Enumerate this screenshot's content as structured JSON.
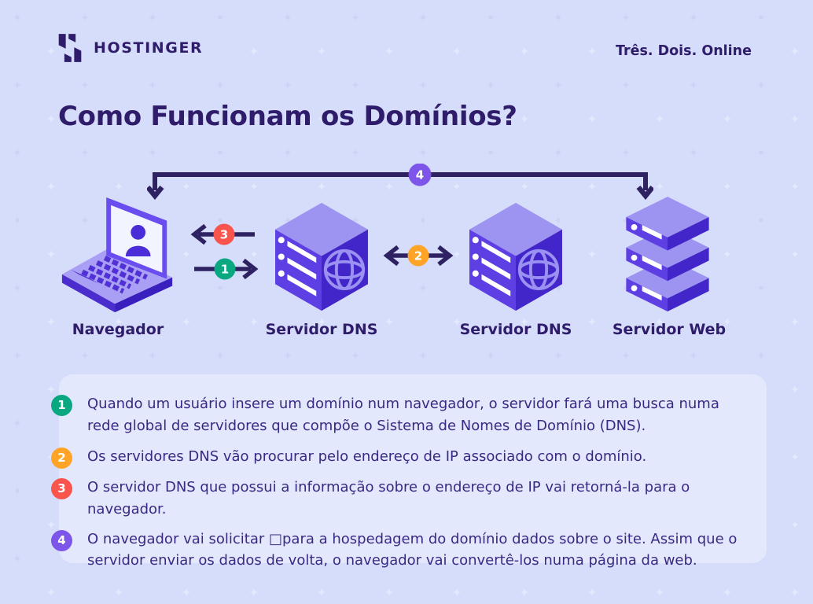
{
  "brand": {
    "name": "HOSTINGER",
    "tagline": "Três. Dois. Online"
  },
  "title": "Como Funcionam os Domínios?",
  "diagram": {
    "nodes": [
      {
        "id": "browser",
        "label": "Navegador"
      },
      {
        "id": "dns-server-1",
        "label": "Servidor DNS"
      },
      {
        "id": "dns-server-2",
        "label": "Servidor DNS"
      },
      {
        "id": "web-server",
        "label": "Servidor Web"
      }
    ],
    "arrows": [
      {
        "number": "1",
        "color": "#0AA881",
        "direction": "right"
      },
      {
        "number": "2",
        "color": "#FFA426",
        "direction": "both"
      },
      {
        "number": "3",
        "color": "#F9554D",
        "direction": "left"
      },
      {
        "number": "4",
        "color": "#7E55E9",
        "direction": "down-both-ends"
      }
    ]
  },
  "steps": [
    {
      "number": "1",
      "color": "#0AA881",
      "text": "Quando um usuário insere um domínio num navegador, o servidor fará uma busca numa rede global de servidores que compõe o Sistema de Nomes de Domínio (DNS)."
    },
    {
      "number": "2",
      "color": "#FFA426",
      "text": "Os servidores DNS vão procurar pelo endereço de IP associado com o domínio."
    },
    {
      "number": "3",
      "color": "#F9554D",
      "text": "O servidor DNS que possui a informação sobre o endereço de IP vai retorná-la para o navegador."
    },
    {
      "number": "4",
      "color": "#7E55E9",
      "text": "O navegador vai solicitar □para a hospedagem do domínio dados sobre o site. Assim que o servidor enviar os dados de volta, o navegador vai convertê-los numa página da web."
    }
  ],
  "colors": {
    "background": "#D6DDFB",
    "panel": "#E3E8FC",
    "ink": "#2F1C6A",
    "body_text": "#3A2983",
    "arrow_stroke": "#2E2263",
    "illustration_light": "#9D94F1",
    "illustration_mid": "#5D3FE3",
    "illustration_dark": "#4326C9"
  }
}
